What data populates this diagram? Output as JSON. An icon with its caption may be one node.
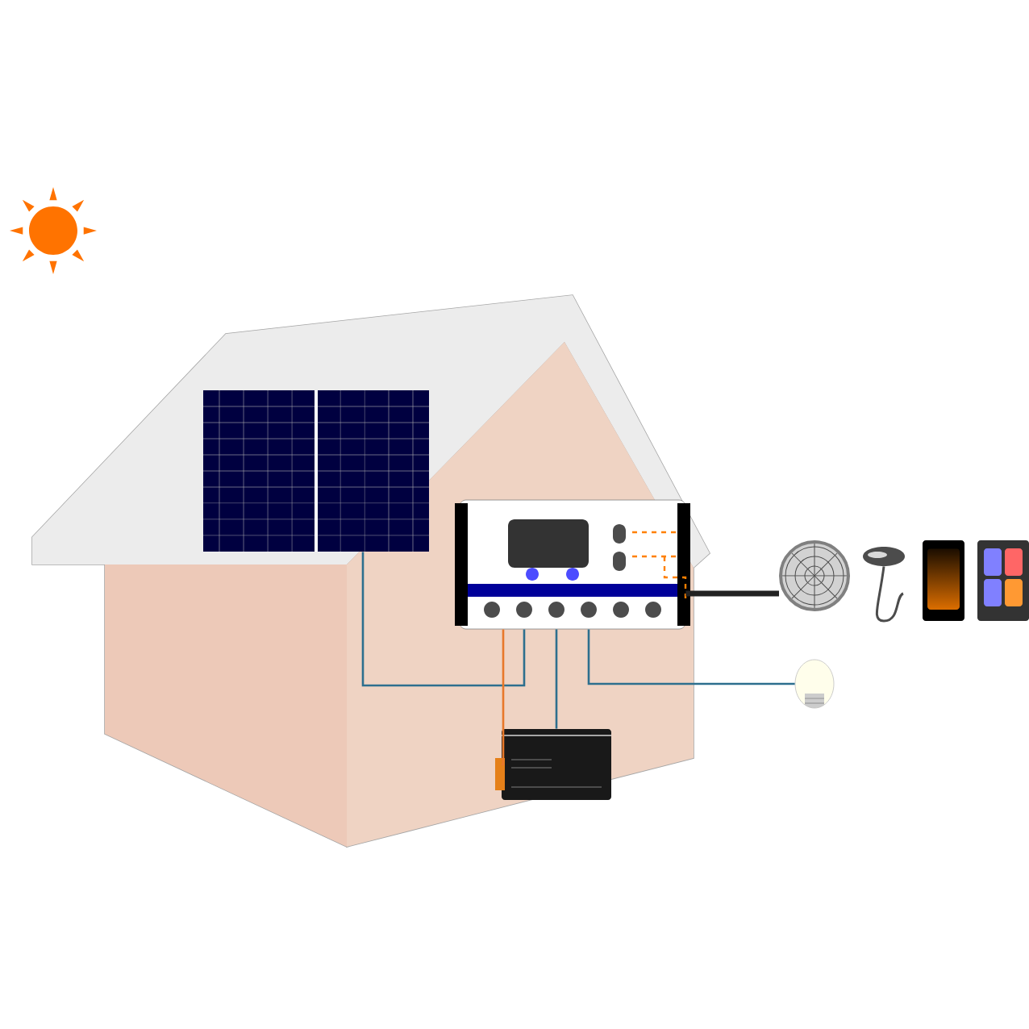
{
  "diagram": {
    "nodes": [
      {
        "text": [],
        "shape": "picture"
      },
      {
        "text": [],
        "shape": "picture"
      },
      {
        "text": [],
        "shape": "picture"
      },
      {
        "text": [],
        "shape": "picture"
      },
      {
        "text": [],
        "shape": "picture"
      },
      {
        "text": [],
        "shape": "picture"
      },
      {
        "text": [],
        "shape": "picture"
      },
      {
        "text": [],
        "shape": "picture"
      }
    ],
    "edges": [
      {
        "from": 0,
        "to": 1,
        "arrow": "none"
      },
      {
        "from": 1,
        "to": 2,
        "arrow": "none",
        "color": "#e8782a"
      },
      {
        "from": 1,
        "to": 2,
        "arrow": "none"
      },
      {
        "from": 1,
        "to": 7,
        "arrow": "none"
      },
      {
        "from": 1,
        "to": 3,
        "arrow": "none",
        "style": "thick",
        "color": "#222222"
      }
    ]
  }
}
